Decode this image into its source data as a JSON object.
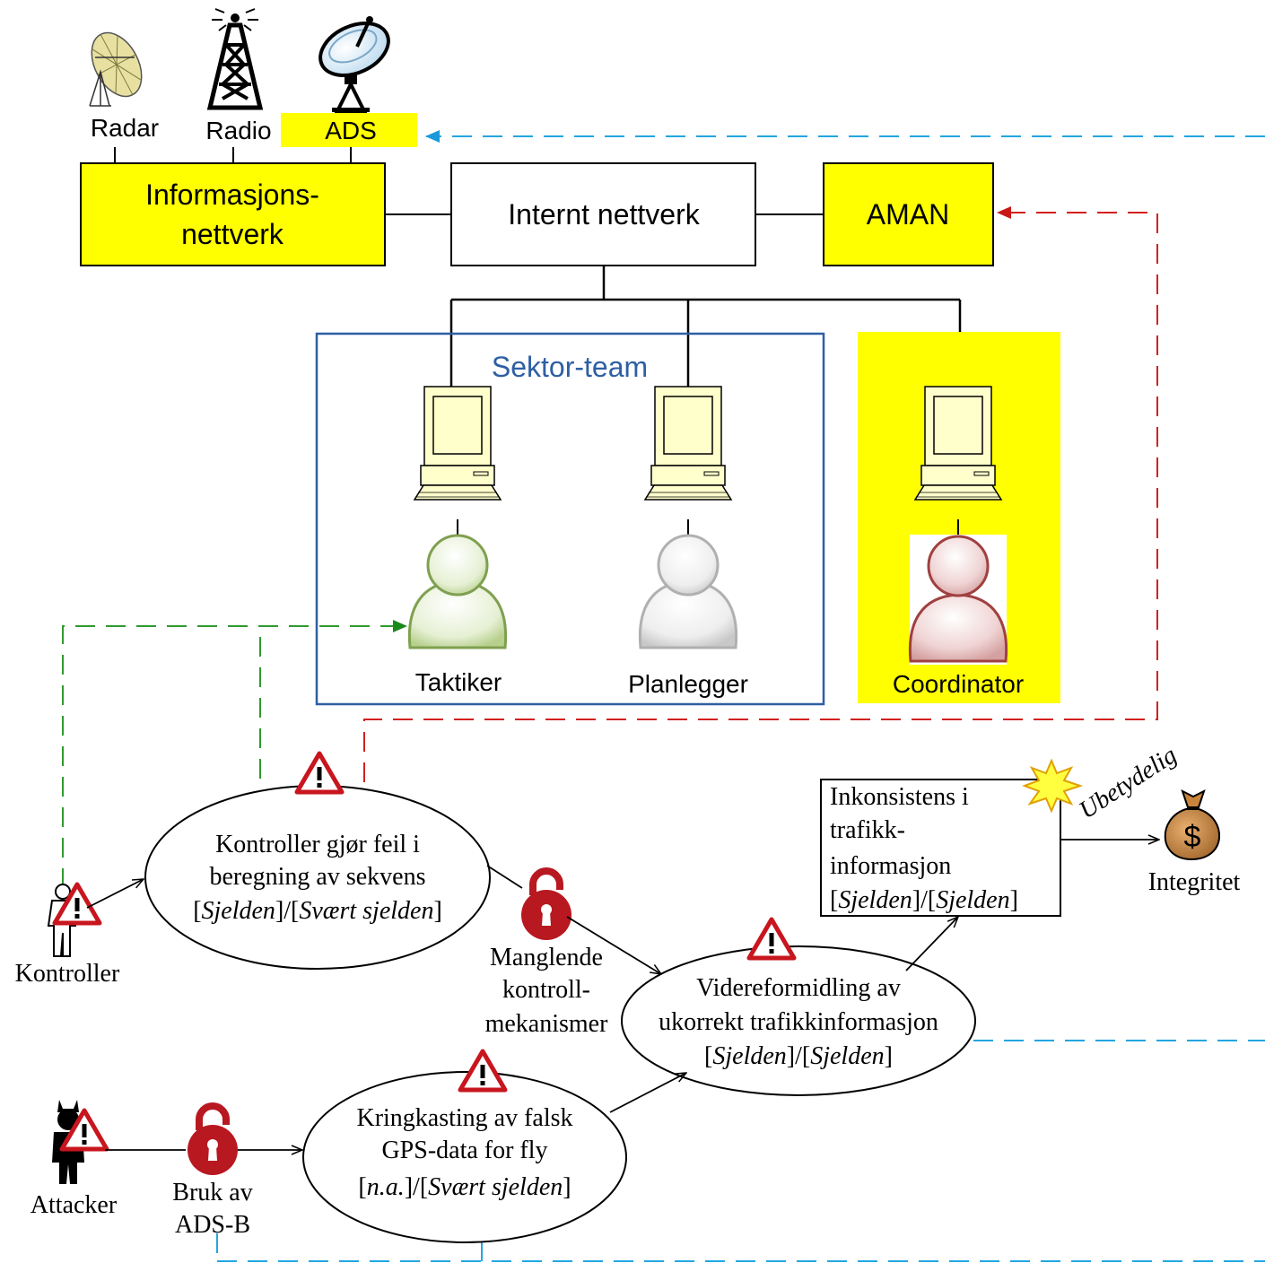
{
  "colors": {
    "highlight": "#ffff00",
    "sector_blue": "#2e5fa3",
    "green_dash": "#2e9a2e",
    "red_dash": "#d22020",
    "blue_dash": "#22a6e0",
    "warning_red": "#c8161e",
    "lock_red": "#b81820"
  },
  "icons": {
    "radar": "radar-dish-icon",
    "radio": "radio-tower-icon",
    "ads": "satellite-dish-icon",
    "computer": "desktop-computer-icon",
    "person": "person-icon",
    "warning": "warning-triangle-icon",
    "lock": "unlocked-padlock-icon",
    "explosion": "explosion-icon",
    "money": "money-bag-icon",
    "attacker": "devil-attacker-icon",
    "controller": "controller-stick-figure-icon"
  },
  "top": {
    "radar": "Radar",
    "radio": "Radio",
    "ads": "ADS",
    "info_network": [
      "Informasjons-",
      "nettverk"
    ],
    "internal_network": "Internt nettverk",
    "aman": "AMAN"
  },
  "team": {
    "title": "Sektor-team",
    "taktiker": "Taktiker",
    "planlegger": "Planlegger",
    "coordinator": "Coordinator"
  },
  "threat": {
    "actor_controller": "Kontroller",
    "actor_attacker": "Attacker",
    "vuln_missing": [
      "Manglende",
      "kontroll-",
      "mekanismer"
    ],
    "vuln_adsb": [
      "Bruk av",
      "ADS-B"
    ],
    "scenario1": {
      "line1": "Kontroller gjør feil i",
      "line2": "beregning av sekvens",
      "freq1": "Sjelden",
      "freq2": "Svært sjelden"
    },
    "scenario2": {
      "line1": "Videreformidling av",
      "line2": "ukorrekt trafikkinformasjon",
      "freq1": "Sjelden",
      "freq2": "Sjelden"
    },
    "scenario3": {
      "line1": "Kringkasting av falsk",
      "line2": "GPS-data for fly",
      "freq1": "n.a.",
      "freq2": "Svært sjelden"
    },
    "incident": {
      "line1": "Inkonsistens i",
      "line2": "trafikk-",
      "line3": "informasjon",
      "freq1": "Sjelden",
      "freq2": "Sjelden"
    },
    "consequence": "Ubetydelig",
    "asset": "Integritet",
    "dollar": "$"
  }
}
